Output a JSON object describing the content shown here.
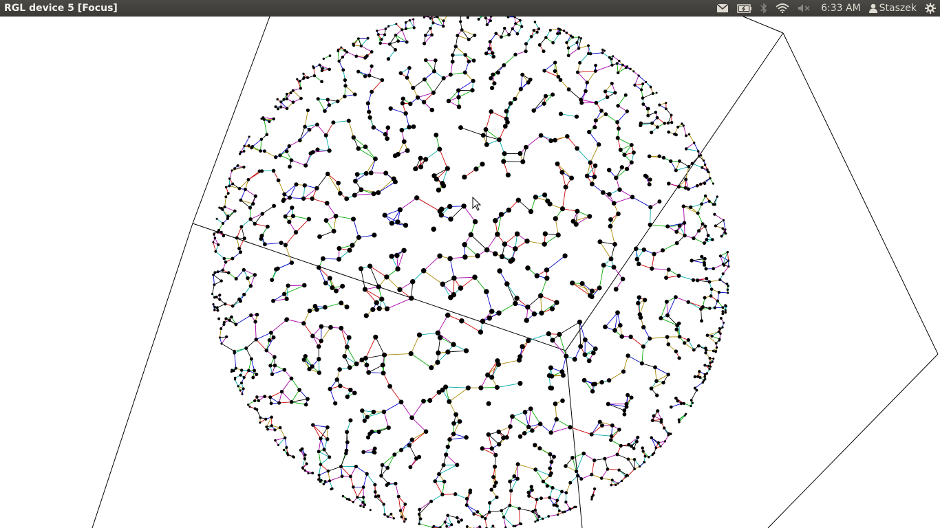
{
  "window": {
    "title": "RGL device 5 [Focus]"
  },
  "panel": {
    "indicators": [
      "mail-icon",
      "battery-icon",
      "bluetooth-icon",
      "wifi-icon",
      "volume-muted-icon"
    ],
    "clock": "6:33 AM",
    "user": "Staszek",
    "session": "gear-icon"
  },
  "scene": {
    "background": "#ffffff",
    "object": "sphere",
    "edge_colors": [
      "#cc0000",
      "#00aa00",
      "#0000cc",
      "#00aaaa",
      "#aa00aa",
      "#aa8800",
      "#000000"
    ],
    "point_color": "#000000",
    "bbox_color": "#000000"
  }
}
